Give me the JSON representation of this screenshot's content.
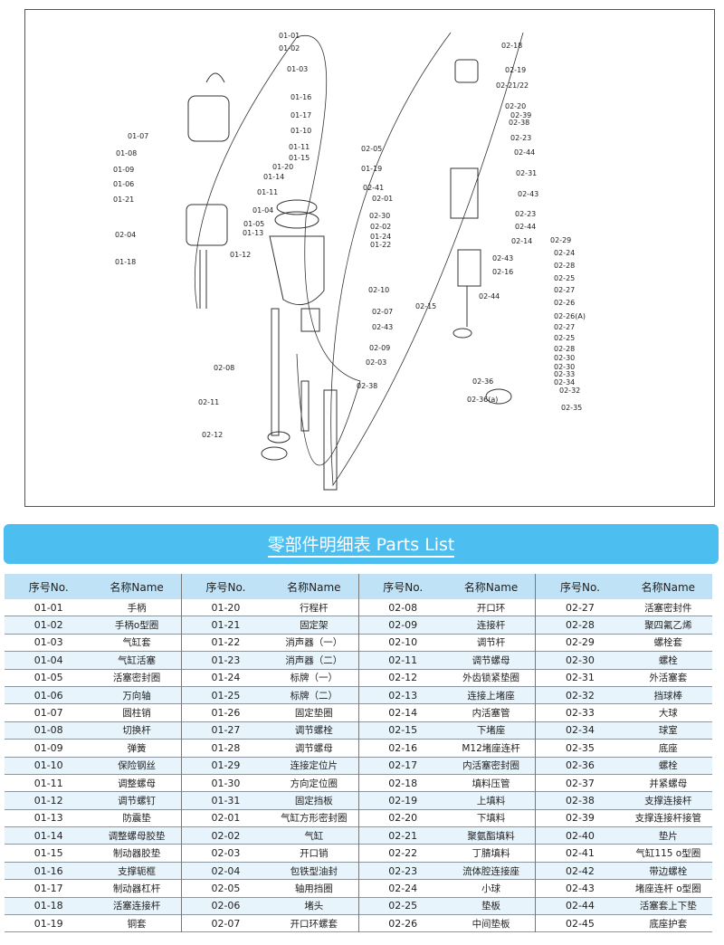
{
  "diagram": {
    "labels": [
      "01-01",
      "01-02",
      "01-03",
      "01-16",
      "01-17",
      "01-10",
      "01-11",
      "01-15",
      "01-20",
      "01-14",
      "01-11",
      "01-04",
      "01-05",
      "01-13",
      "01-12",
      "01-07",
      "01-08",
      "01-09",
      "01-06",
      "01-21",
      "02-04",
      "01-18",
      "02-05",
      "01-19",
      "02-41",
      "02-01",
      "02-30",
      "02-02",
      "01-24",
      "01-22",
      "02-10",
      "02-07",
      "02-43",
      "02-09",
      "02-03",
      "02-38",
      "02-08",
      "02-11",
      "02-12",
      "02-18",
      "02-19",
      "02-21/22",
      "02-20",
      "02-39",
      "02-38",
      "02-23",
      "02-44",
      "02-31",
      "02-43",
      "02-23",
      "02-44",
      "02-29",
      "02-14",
      "02-24",
      "02-43",
      "02-28",
      "02-16",
      "02-25",
      "02-27",
      "02-26",
      "02-44",
      "02-15",
      "02-26(A)",
      "02-27",
      "02-25",
      "02-28",
      "02-30",
      "02-30",
      "02-33",
      "02-34",
      "02-32",
      "02-36",
      "02-36(a)",
      "02-35"
    ]
  },
  "banner": {
    "title": "零部件明细表 Parts List"
  },
  "table": {
    "header_no": "序号No.",
    "header_name": "名称Name",
    "groups": [
      [
        [
          "01-01",
          "手柄"
        ],
        [
          "01-02",
          "手柄o型圈"
        ],
        [
          "01-03",
          "气缸套"
        ],
        [
          "01-04",
          "气缸活塞"
        ],
        [
          "01-05",
          "活塞密封圈"
        ],
        [
          "01-06",
          "万向轴"
        ],
        [
          "01-07",
          "圆柱销"
        ],
        [
          "01-08",
          "切换杆"
        ],
        [
          "01-09",
          "弹簧"
        ],
        [
          "01-10",
          "保险钢丝"
        ],
        [
          "01-11",
          "调整螺母"
        ],
        [
          "01-12",
          "调节螺钉"
        ],
        [
          "01-13",
          "防震垫"
        ],
        [
          "01-14",
          "调整螺母胶垫"
        ],
        [
          "01-15",
          "制动器胶垫"
        ],
        [
          "01-16",
          "支撑轭框"
        ],
        [
          "01-17",
          "制动器杠杆"
        ],
        [
          "01-18",
          "活塞连接杆"
        ],
        [
          "01-19",
          "铜套"
        ]
      ],
      [
        [
          "01-20",
          "行程杆"
        ],
        [
          "01-21",
          "固定架"
        ],
        [
          "01-22",
          "消声器（一）"
        ],
        [
          "01-23",
          "消声器（二）"
        ],
        [
          "01-24",
          "标牌（一）"
        ],
        [
          "01-25",
          "标牌（二）"
        ],
        [
          "01-26",
          "固定垫圈"
        ],
        [
          "01-27",
          "调节螺栓"
        ],
        [
          "01-28",
          "调节螺母"
        ],
        [
          "01-29",
          "连接定位片"
        ],
        [
          "01-30",
          "方向定位圈"
        ],
        [
          "01-31",
          "固定挡板"
        ],
        [
          "02-01",
          "气缸方形密封圈"
        ],
        [
          "02-02",
          "气缸"
        ],
        [
          "02-03",
          "开口销"
        ],
        [
          "02-04",
          "包铁型油封"
        ],
        [
          "02-05",
          "轴用挡圈"
        ],
        [
          "02-06",
          "堵头"
        ],
        [
          "02-07",
          "开口环螺套"
        ]
      ],
      [
        [
          "02-08",
          "开口环"
        ],
        [
          "02-09",
          "连接杆"
        ],
        [
          "02-10",
          "调节杆"
        ],
        [
          "02-11",
          "调节螺母"
        ],
        [
          "02-12",
          "外齿锁紧垫圈"
        ],
        [
          "02-13",
          "连接上堵座"
        ],
        [
          "02-14",
          "内活塞管"
        ],
        [
          "02-15",
          "下堵座"
        ],
        [
          "02-16",
          "M12堵座连杆"
        ],
        [
          "02-17",
          "内活塞密封圈"
        ],
        [
          "02-18",
          "填料压管"
        ],
        [
          "02-19",
          "上填料"
        ],
        [
          "02-20",
          "下填料"
        ],
        [
          "02-21",
          "聚氨酯填料"
        ],
        [
          "02-22",
          "丁腈填料"
        ],
        [
          "02-23",
          "流体腔连接座"
        ],
        [
          "02-24",
          "小球"
        ],
        [
          "02-25",
          "垫板"
        ],
        [
          "02-26",
          "中间垫板"
        ]
      ],
      [
        [
          "02-27",
          "活塞密封件"
        ],
        [
          "02-28",
          "聚四氟乙烯"
        ],
        [
          "02-29",
          "螺栓套"
        ],
        [
          "02-30",
          "螺栓"
        ],
        [
          "02-31",
          "外活塞套"
        ],
        [
          "02-32",
          "挡球棒"
        ],
        [
          "02-33",
          "大球"
        ],
        [
          "02-34",
          "球室"
        ],
        [
          "02-35",
          "底座"
        ],
        [
          "02-36",
          "螺栓"
        ],
        [
          "02-37",
          "并紧螺母"
        ],
        [
          "02-38",
          "支撑连接杆"
        ],
        [
          "02-39",
          "支撑连接杆接管"
        ],
        [
          "02-40",
          "垫片"
        ],
        [
          "02-41",
          "气缸115 o型圈"
        ],
        [
          "02-42",
          "带边螺栓"
        ],
        [
          "02-43",
          "堵座连杆 o型圈"
        ],
        [
          "02-44",
          "活塞套上下垫"
        ],
        [
          "02-45",
          "底座护套"
        ]
      ]
    ]
  }
}
